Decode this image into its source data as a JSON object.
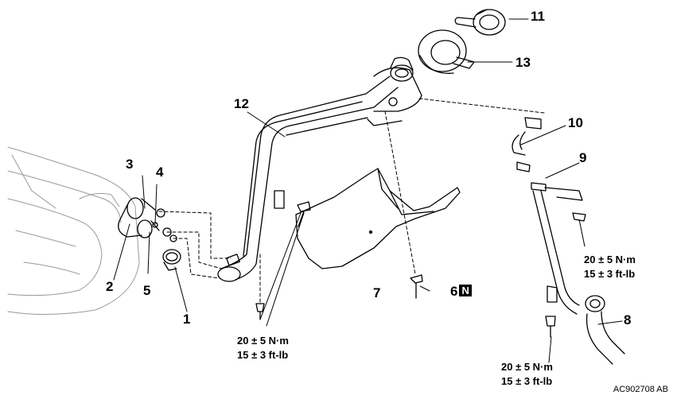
{
  "figure_code": "AC902708 AB",
  "parts": [
    {
      "number": "1"
    },
    {
      "number": "2"
    },
    {
      "number": "3"
    },
    {
      "number": "4"
    },
    {
      "number": "5"
    },
    {
      "number": "6",
      "badge": "N"
    },
    {
      "number": "7"
    },
    {
      "number": "8"
    },
    {
      "number": "9"
    },
    {
      "number": "10"
    },
    {
      "number": "11"
    },
    {
      "number": "12"
    },
    {
      "number": "13"
    }
  ],
  "torque_specs": [
    {
      "metric": "20 ± 5 N·m",
      "imperial": "15 ± 3 ft-lb"
    },
    {
      "metric": "20 ± 5 N·m",
      "imperial": "15 ± 3 ft-lb"
    },
    {
      "metric": "20 ± 5 N·m",
      "imperial": "15 ± 3 ft-lb"
    }
  ]
}
